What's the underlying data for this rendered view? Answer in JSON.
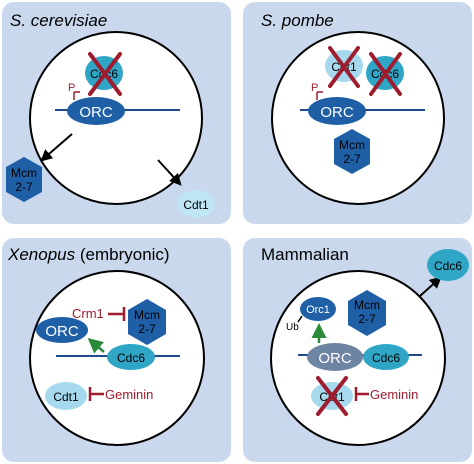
{
  "colors": {
    "panel_bg": "#c9d8ec",
    "nucleus_fill": "#ffffff",
    "dark_blue": "#1f5fa6",
    "mid_blue": "#2a78bd",
    "teal": "#2fa6c6",
    "light_teal": "#a6d9ee",
    "pale_cyan": "#bfe6f5",
    "gray_blue": "#6e84a3",
    "red": "#9e1c2e",
    "green": "#2a8a3a",
    "dna_line": "#1f4b8a"
  },
  "panels": {
    "scerevisiae": {
      "title": "S. cerevisiae",
      "orc": "ORC",
      "p": "P",
      "cdc6": "Cdc6",
      "mcm_line1": "Mcm",
      "mcm_line2": "2-7",
      "cdt1": "Cdt1"
    },
    "spombe": {
      "title": "S. pombe",
      "orc": "ORC",
      "p": "P",
      "cdt1": "Cdt1",
      "cdc6": "Cdc6",
      "mcm_line1": "Mcm",
      "mcm_line2": "2-7"
    },
    "xenopus": {
      "title_italic": "Xenopus",
      "title_rest": " (embryonic)",
      "orc": "ORC",
      "cdc6": "Cdc6",
      "crm1": "Crm1",
      "mcm_line1": "Mcm",
      "mcm_line2": "2-7",
      "cdt1": "Cdt1",
      "geminin": "Geminin"
    },
    "mammalian": {
      "title": "Mammalian",
      "cdc6_out": "Cdc6",
      "orc1": "Orc1",
      "ub": "Ub",
      "mcm_line1": "Mcm",
      "mcm_line2": "2-7",
      "orc": "ORC",
      "cdc6": "Cdc6",
      "cdt1": "Cdt1",
      "geminin": "Geminin"
    }
  }
}
